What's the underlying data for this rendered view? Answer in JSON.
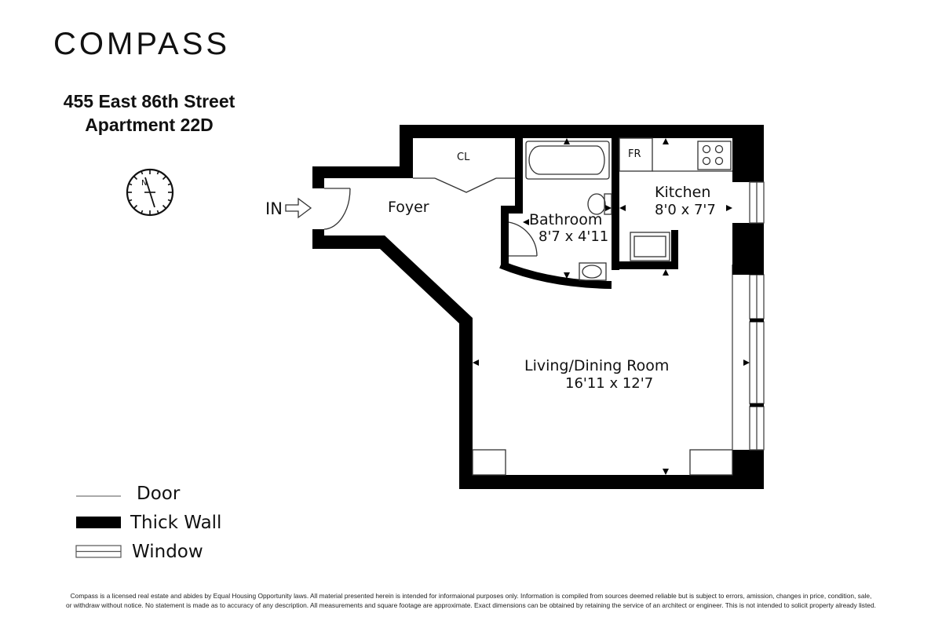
{
  "brand": {
    "logo_text": "COMPASS"
  },
  "address": {
    "line1": "455 East 86th Street",
    "line2": "Apartment 22D"
  },
  "plan": {
    "entry_label": "IN",
    "rooms": {
      "foyer": {
        "name": "Foyer"
      },
      "closet": {
        "name": "CL"
      },
      "bathroom": {
        "name": "Bathroom",
        "dims": "8'7 x 4'11"
      },
      "kitchen": {
        "name": "Kitchen",
        "dims": "8'0 x 7'7"
      },
      "fridge": {
        "name": "FR"
      },
      "living": {
        "name": "Living/Dining Room",
        "dims": "16'11 x 12'7"
      }
    }
  },
  "legend": {
    "door": "Door",
    "thick_wall": "Thick Wall",
    "window": "Window"
  },
  "disclaimer": {
    "line1": "Compass is a licensed real estate and abides by Equal Housing Opportunity laws. All material presented herein is intended for informaional purposes only. Information is compiled from sources deemed reliable but is subject to errors, amission, changes in price, condition, sale,",
    "line2": "or withdraw without notice. No statement is made as to accuracy of any description. All measurements and square footage are approximate. Exact dimensions can be obtained by retaining the service of an architect or engineer. This is not intended to solicit property already listed."
  },
  "colors": {
    "wall": "#000000",
    "line": "#444444",
    "background": "#ffffff"
  }
}
